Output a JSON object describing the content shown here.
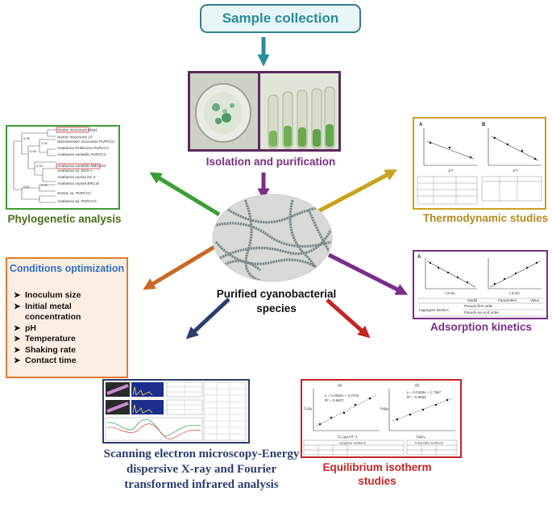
{
  "title": "Sample collection",
  "center": {
    "label": "Purified cyanobacterial species"
  },
  "isolation": {
    "label": "Isolation and purification"
  },
  "phylogenetic": {
    "label": "Phylogenetic analysis",
    "taxa": [
      "Nostoc muscorum Meg1",
      "Nostoc muscorum 19",
      "Desmonostoc muscorum PUPCCC",
      "Anabaena fertilissima PUPCCC",
      "Anabaena variabilis PUPCCC",
      "Anabaena variabilis MBGC01",
      "Anabaena sp. BO3-A",
      "Anabaena oryzae bsi 4",
      "Anabaena oryzae BRC16",
      "Nostoc sp. PUPCCC",
      "Anabaena sp. PUPCCC"
    ]
  },
  "thermodynamic": {
    "label": "Thermodynamic studies",
    "panel_a": "A",
    "panel_b": "B",
    "xlabel": "1/T"
  },
  "conditions": {
    "title": "Conditions optimization",
    "items": [
      "Inoculum size",
      "Initial metal concentration",
      "pH",
      "Temperature",
      "Shaking rate",
      "Contact time"
    ]
  },
  "adsorption": {
    "label": "Adsorption kinetics",
    "panel": "A",
    "xlabel": "t (min)",
    "table_headers": [
      "Model",
      "Parameters",
      "Value"
    ],
    "rows": [
      {
        "group": "",
        "model": "Pseudo-first order"
      },
      {
        "group": "Lagergren kinetics",
        "model": "Pseudo-second order"
      }
    ]
  },
  "sem": {
    "label": "Scanning electron microscopy-Energy dispersive X-ray and Fourier transformed infrared analysis"
  },
  "isotherm": {
    "label": "Equilibrium isotherm studies",
    "panel_a": "(a)",
    "panel_b": "(b)",
    "eq_a": "y = 0.0342x + 0.0734",
    "r2_a": "R² = 0.9627",
    "eq_b": "y = 0.0429x + 1.7367",
    "r2_b": "R² = 0.9553",
    "xlabel_a": "Cₑ (μg ml⁻¹)",
    "xlabel_b": "logCₑ",
    "ylabel_a": "Cₑ/qₑ",
    "ylabel_b": "logqₑ",
    "table_left_title": "Langmuir isotherm",
    "table_right_title": "Freundlich isotherm"
  },
  "colors": {
    "title": "#2f7f8c",
    "isolation": "#7b2d83",
    "phylogenetic": "#3a9e33",
    "thermodynamic": "#c9a21e",
    "conditions": "#e07a2e",
    "adsorption": "#7a2d8a",
    "sem": "#2c3e6e",
    "isotherm": "#c32424"
  }
}
